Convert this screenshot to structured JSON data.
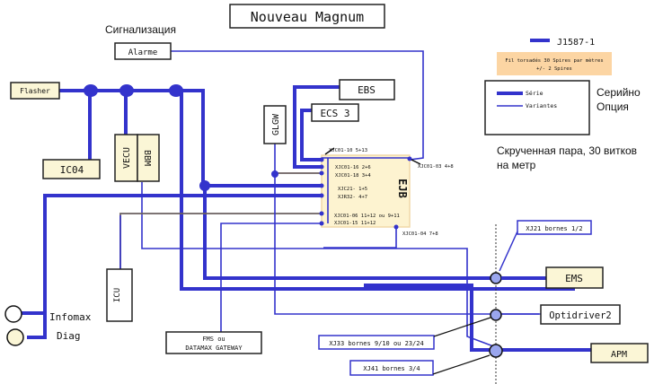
{
  "title": "Nouveau Magnum",
  "signal_caption": "Сигнализация",
  "modules": {
    "alarme": "Alarme",
    "flasher": "Flasher",
    "ic04": "IC04",
    "vecu": "VECU",
    "bbm": "BBM",
    "glgw": "GLGW",
    "ebs": "EBS",
    "ecs3": "ECS 3",
    "ejb": "EJB",
    "icu": "ICU",
    "fms_line1": "FMS    ou",
    "fms_line2": "DATAMAX GATEWAY",
    "ems": "EMS",
    "optidriver": "Optidriver2",
    "apm": "APM",
    "infomax": "Infomax",
    "diag": "Diag"
  },
  "ejb_pins": {
    "top_left": "XJC01-10 5+13",
    "top_right": "XJC01-03 4+8",
    "p1": "XJC01-16 2+6",
    "p2": "XJC01-18 3+4",
    "p3": "XJC21- 1+5",
    "p4": "XJR32- 4+7",
    "p5": "XJC01-06 11+12 ou 9+11",
    "p6": "XJC01-15  11+12",
    "bottom": "XJC01-04  7+8"
  },
  "connectors": {
    "xj21": "XJ21 bornes 1/2",
    "xj33": "XJ33 bornes 9/10 ou 23/24",
    "xj41": "XJ41 bornes 3/4"
  },
  "legend": {
    "j1587": "J1587-1",
    "twisted_fr_1": "Fil torsadés 30 Spires par mètres",
    "twisted_fr_2": "+/- 2 Spires",
    "serie": "Série",
    "variantes": "Variantes",
    "serie_ru": "Серийно",
    "option_ru": "Опция",
    "twisted_ru_1": "Скрученная пара, 30 витков",
    "twisted_ru_2": "на метр"
  },
  "colors": {
    "wire": "#3333cc",
    "module_fill": "#fbf6d6",
    "note_fill": "#fcd5a3",
    "ejb_fill": "#fdf3d0"
  }
}
